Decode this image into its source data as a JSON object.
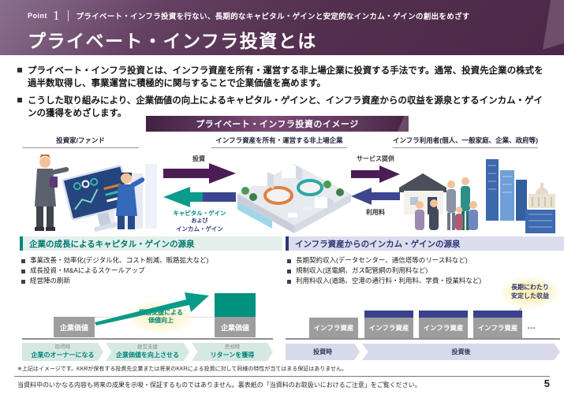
{
  "page": {
    "point_label": "Point",
    "point_number": "1",
    "point_subtitle": "プライベート・インフラ投資を行ない、長期的なキャピタル・ゲインと安定的なインカム・ゲインの創出をめざす",
    "title": "プライベート・インフラ投資とは",
    "page_number": "5"
  },
  "intro_bullets": [
    "プライベート・インフラ投資とは、インフラ資産を所有・運営する非上場企業に投資する手法です。通常、投資先企業の株式を過半数取得し、事業運営に積極的に関与することで企業価値を高めます。",
    "こうした取り組みにより、企業価値の向上によるキャピタル・ゲインと、インフラ資産からの収益を源泉とするインカム・ゲインの獲得をめざします。"
  ],
  "diagram": {
    "banner": "プライベート・インフラ投資のイメージ",
    "columns": [
      {
        "label": "投資家/ファンド"
      },
      {
        "label": "インフラ資産を所有・運営する非上場企業"
      },
      {
        "label": "インフラ利用者(個人、一般家庭、企業、政府等)"
      }
    ],
    "flow1": {
      "right_label": "投資",
      "return_line1": "キャピタル・ゲイン",
      "return_line2": "および",
      "return_line3": "インカム・ゲイン"
    },
    "flow2": {
      "right_label": "サービス提供",
      "left_label": "利用料"
    }
  },
  "capital_panel": {
    "heading": "企業の成長によるキャピタル・ゲインの源泉",
    "bullets": [
      "事業改善・効率化(デジタル化、コスト削減、販路拡大など)",
      "成長投資・M&Aによるスケールアップ",
      "経営陣の刷新"
    ],
    "chart": {
      "bar_left_label": "企業価値",
      "bar_right_label": "企業価値",
      "glow_line1": "経営支援による",
      "glow_line2": "価値向上",
      "steps": [
        {
          "top": "取得時",
          "bottom": "企業のオーナーになる"
        },
        {
          "top": "経営支援",
          "bottom": "企業価値を向上させる"
        },
        {
          "top": "売却時",
          "bottom": "リターンを獲得"
        }
      ]
    }
  },
  "income_panel": {
    "heading": "インフラ資産からのインカム・ゲインの源泉",
    "bullets": [
      "長期契約収入(データセンター、通信塔等のリース料など)",
      "規制収入(送電網、ガス配管網の利用料など)",
      "利用料収入(道路、空港の通行料・利用料、学費・授業料など)"
    ],
    "badge_line1": "長期にわたり",
    "badge_line2": "安定した収益",
    "chart": {
      "bar_label": "インフラ資産",
      "ellipsis": "…",
      "steps": [
        {
          "label": "投資時"
        },
        {
          "label": "投資後"
        }
      ]
    }
  },
  "footnote": "※上記はイメージです。KKRが保有する投資先企業または将来のKKRによる投資に対して同様の特性が当てはまる保証はありません。",
  "footer": "当資料中のいかなる内容も将来の成果を示唆・保証するものではありません。裏表紙の「当資料のお取扱いにおけるご注意」をご覧ください。",
  "colors": {
    "header_purple": "#53304f",
    "arrow_purple": "#4c1d55",
    "teal": "#00917f",
    "navy": "#3a418e",
    "gray_bar": "#9d9d9d",
    "glow_yellow": "#fcf0ba"
  }
}
